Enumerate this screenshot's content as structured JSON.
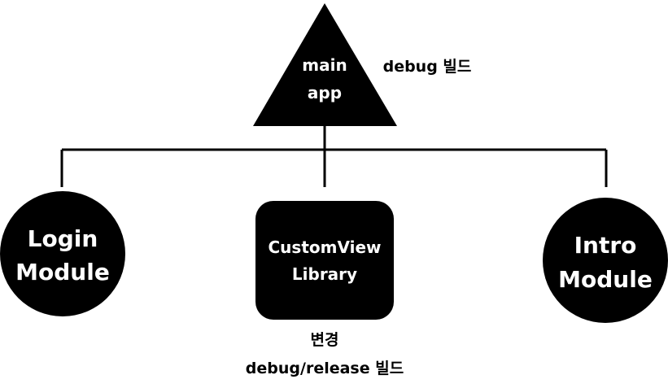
{
  "main_app": {
    "lines": [
      "main",
      "app"
    ],
    "note": "debug 빌드"
  },
  "login_module": {
    "lines": [
      "Login",
      "Module"
    ]
  },
  "customview_library": {
    "lines": [
      "CustomView",
      "Library"
    ],
    "note_lines": [
      "변경",
      "debug/release 빌드"
    ]
  },
  "intro_module": {
    "lines": [
      "Intro",
      "Module"
    ]
  },
  "colors": {
    "node_fill": "#000000",
    "node_text": "#ffffff",
    "line": "#000000"
  }
}
